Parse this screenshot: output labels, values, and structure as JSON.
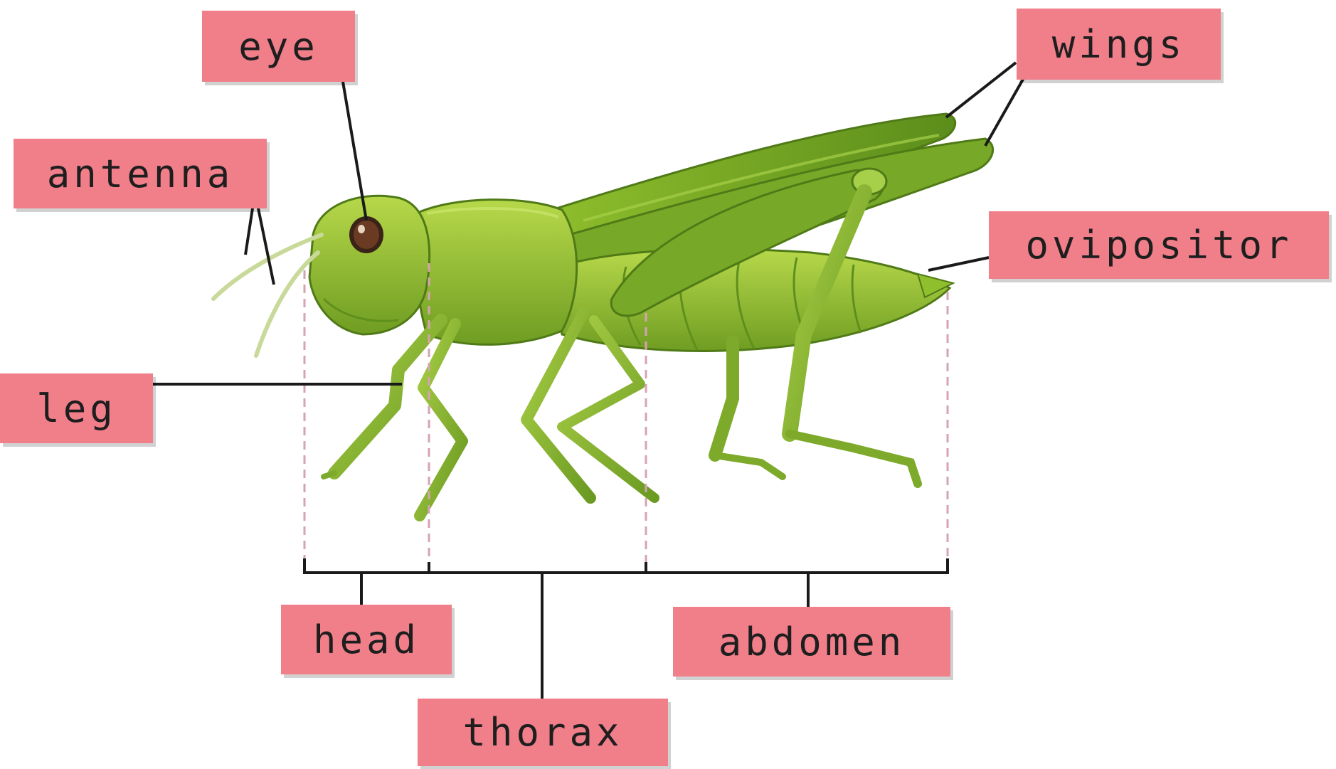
{
  "diagram": {
    "labels": {
      "eye": "eye",
      "antenna": "antenna",
      "wings": "wings",
      "ovipositor": "ovipositor",
      "leg": "leg",
      "head": "head",
      "thorax": "thorax",
      "abdomen": "abdomen"
    },
    "colors": {
      "label_bg": "#f07f8a",
      "body_light": "#a8cc3c",
      "body_dark": "#5f8f1c",
      "leader_line": "#1a1a1a",
      "divider": "#d6a3b3"
    }
  }
}
